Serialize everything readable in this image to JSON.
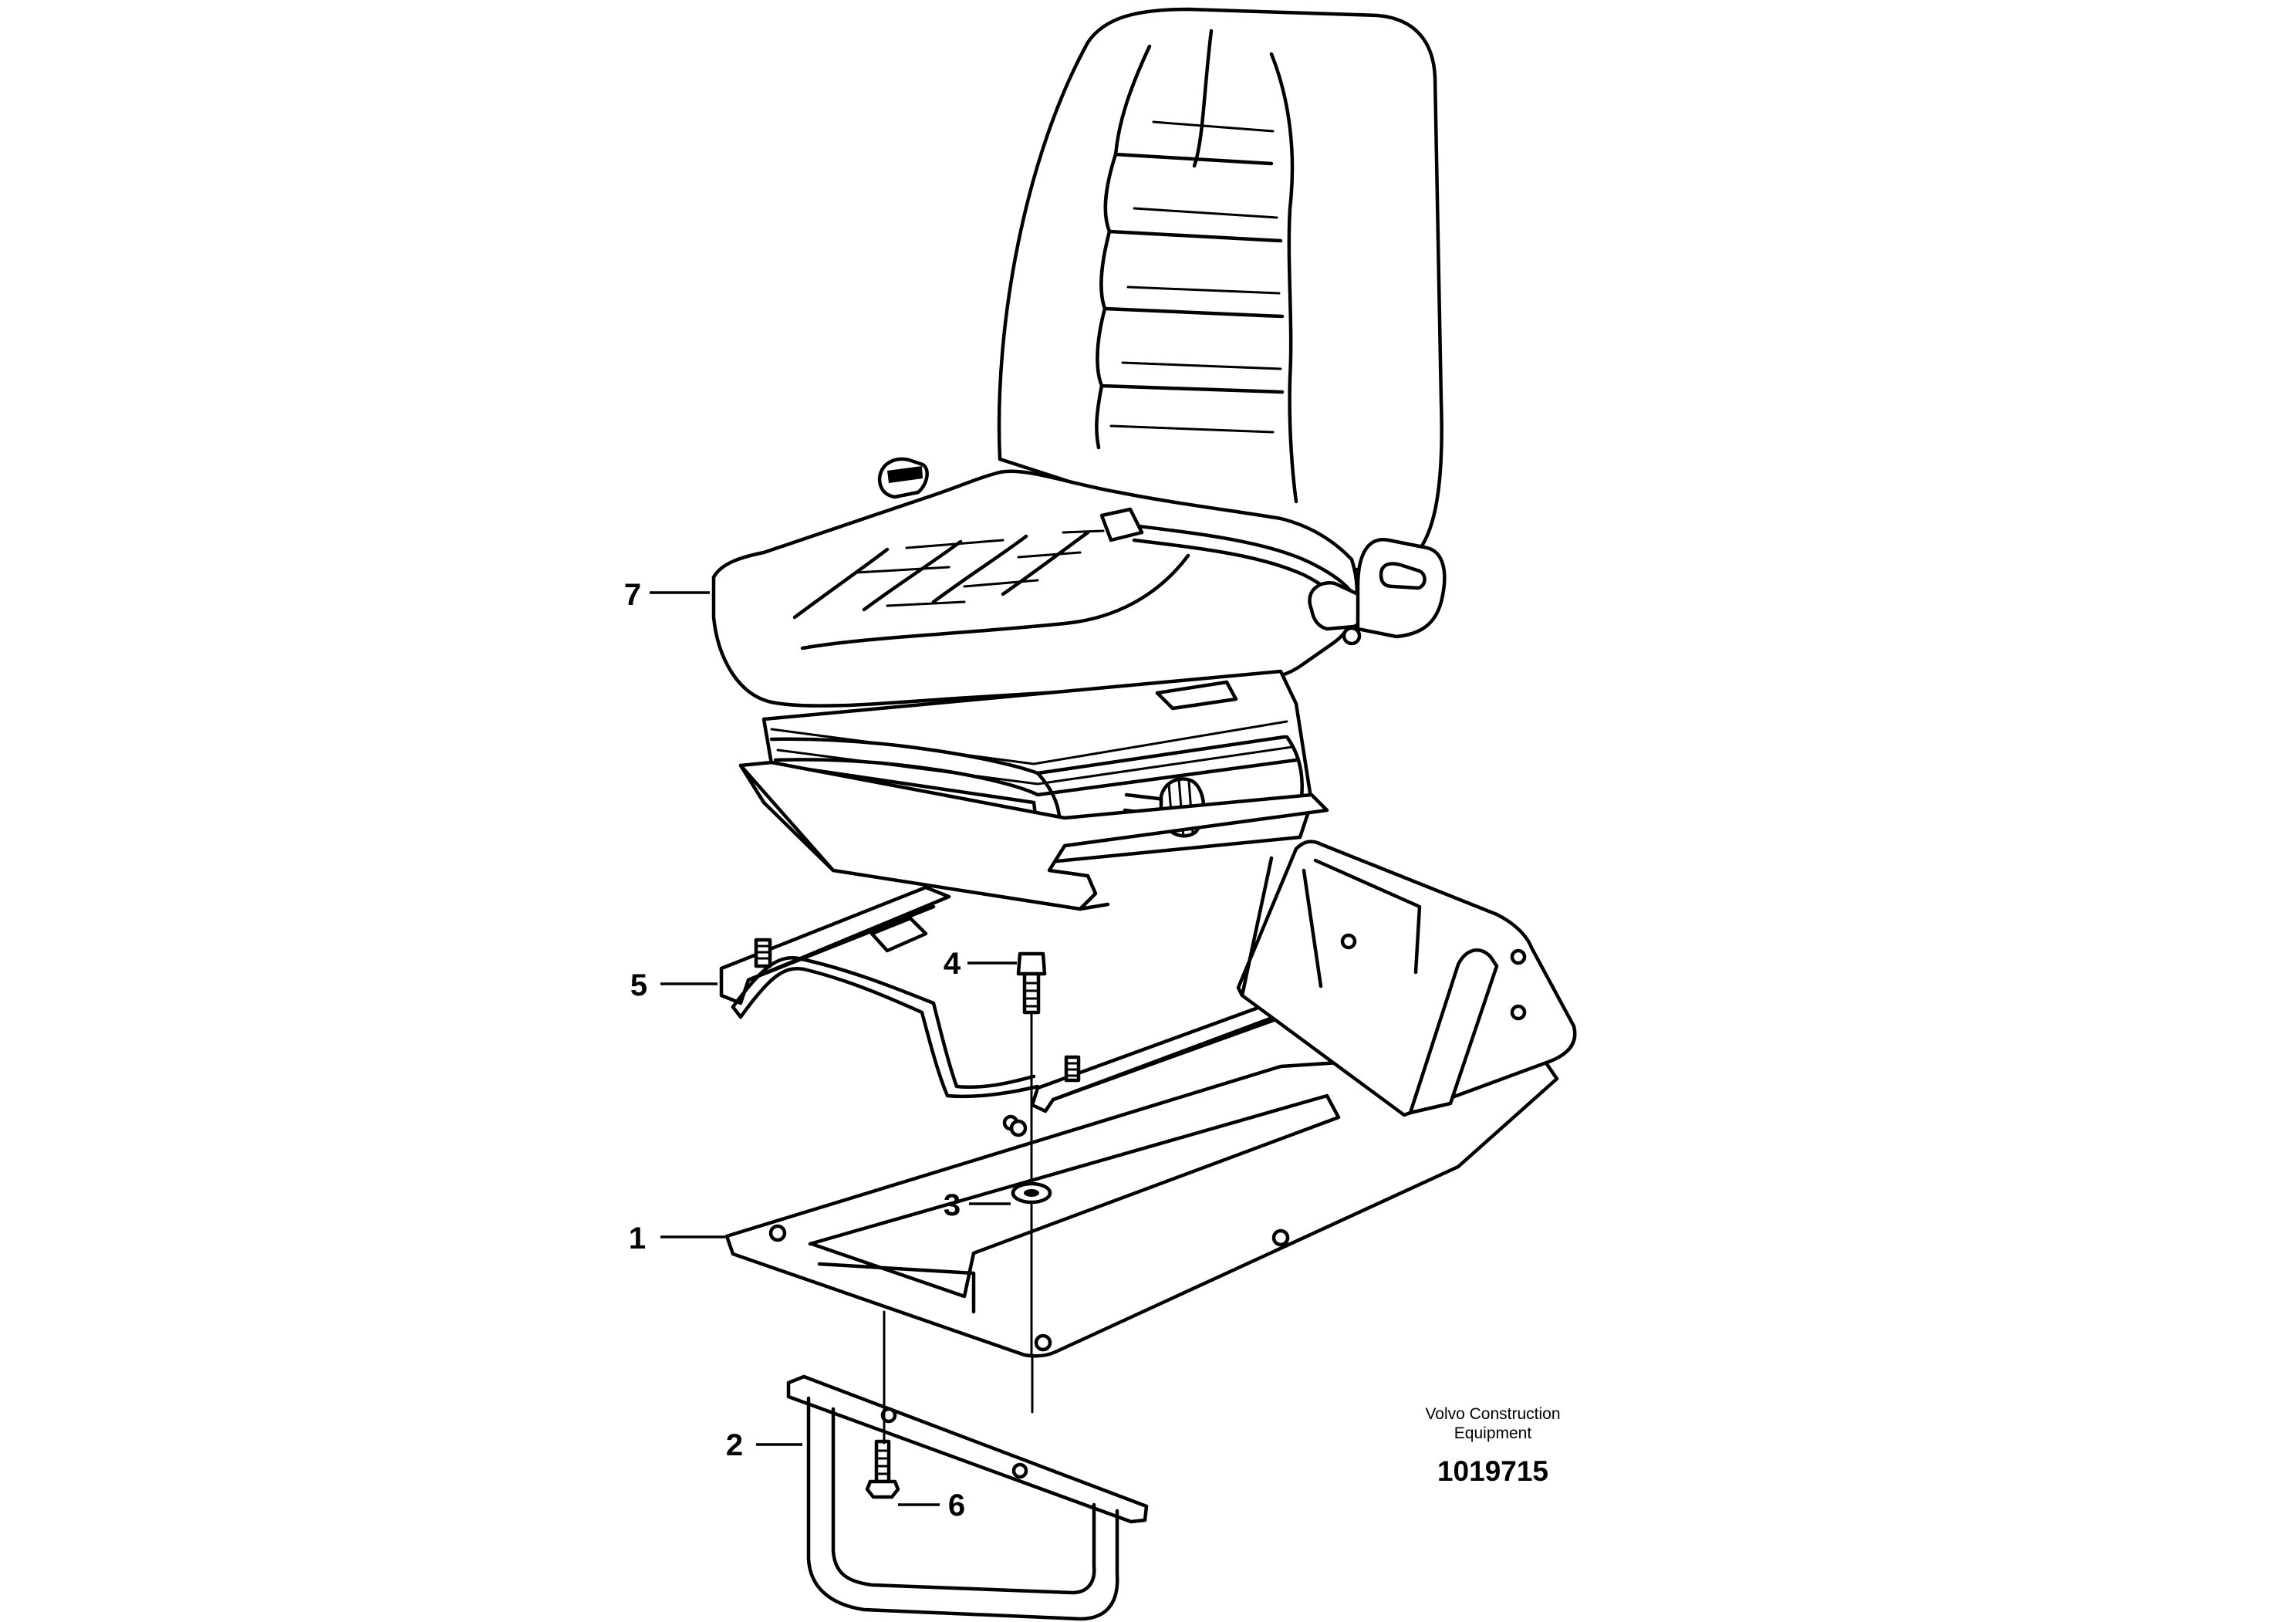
{
  "callouts": [
    {
      "id": "1",
      "label": "1"
    },
    {
      "id": "2",
      "label": "2"
    },
    {
      "id": "3",
      "label": "3"
    },
    {
      "id": "4",
      "label": "4"
    },
    {
      "id": "5",
      "label": "5"
    },
    {
      "id": "6",
      "label": "6"
    },
    {
      "id": "7",
      "label": "7"
    }
  ],
  "footer": {
    "company_line1": "Volvo Construction",
    "company_line2": "Equipment",
    "drawing_number": "1019715"
  }
}
